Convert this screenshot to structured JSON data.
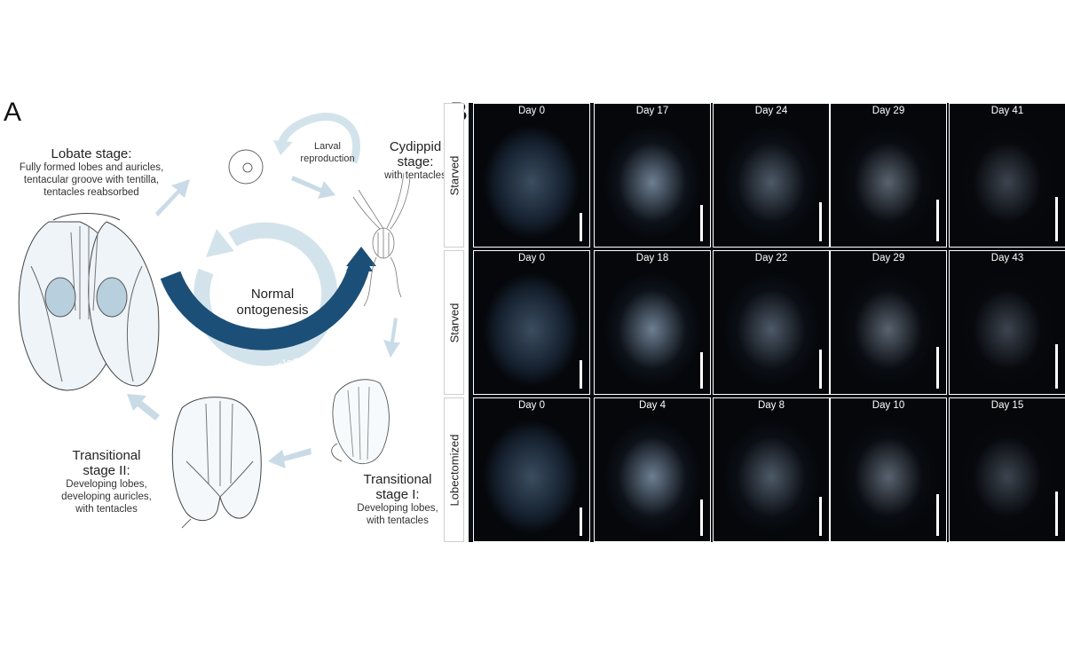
{
  "panel_a": {
    "letter": "A",
    "center": {
      "line1": "Normal",
      "line2": "ontogenesis"
    },
    "reverse_label": "Reverse development",
    "larval_reproduction": {
      "line1": "Larval",
      "line2": "reproduction"
    },
    "cydippid": {
      "title1": "Cydippid",
      "title2": "stage:",
      "desc": "with tentacles"
    },
    "lobate": {
      "title": "Lobate stage:",
      "desc1": "Fully formed lobes and auricles,",
      "desc2": "tentacular groove with tentilla,",
      "desc3": "tentacles reabsorbed"
    },
    "transitional_1": {
      "title1": "Transitional",
      "title2": "stage I:",
      "desc1": "Developing lobes,",
      "desc2": "with tentacles"
    },
    "transitional_2": {
      "title1": "Transitional",
      "title2": "stage II:",
      "desc1": "Developing lobes,",
      "desc2": "developing auricles,",
      "desc3": "with tentacles"
    },
    "colors": {
      "normal_arrow": "#d3e3ec",
      "reverse_arrow": "#1c4f78",
      "small_arrows": "#c9dbe6"
    }
  },
  "panel_b": {
    "letter": "B",
    "rows": [
      {
        "label": "Starved",
        "days": [
          "Day 0",
          "Day 17",
          "Day 24",
          "Day 29",
          "Day 41"
        ]
      },
      {
        "label": "Starved",
        "days": [
          "Day 0",
          "Day 18",
          "Day 22",
          "Day 29",
          "Day 43"
        ]
      },
      {
        "label": "Lobectomized",
        "days": [
          "Day 0",
          "Day 4",
          "Day 8",
          "Day 10",
          "Day 15"
        ]
      }
    ]
  }
}
